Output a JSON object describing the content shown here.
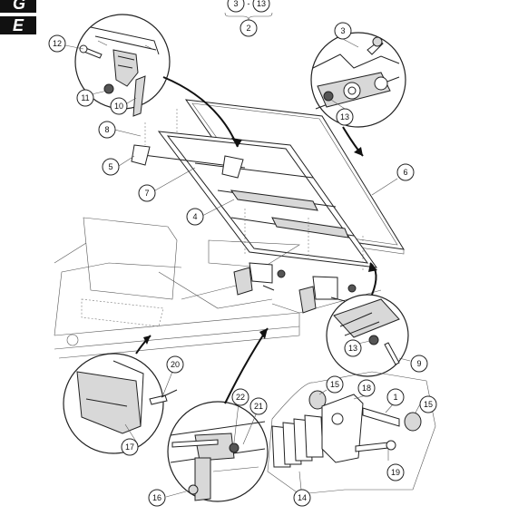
{
  "tabs": [
    "G",
    "E"
  ],
  "header_refs": {
    "left": "3",
    "separator": "-",
    "right": "13",
    "group": "2"
  },
  "callouts": [
    {
      "id": "c1",
      "label": "1"
    },
    {
      "id": "c3",
      "label": "3"
    },
    {
      "id": "c4",
      "label": "4"
    },
    {
      "id": "c5",
      "label": "5"
    },
    {
      "id": "c6",
      "label": "6"
    },
    {
      "id": "c7",
      "label": "7"
    },
    {
      "id": "c8",
      "label": "8"
    },
    {
      "id": "c9",
      "label": "9"
    },
    {
      "id": "c10",
      "label": "10"
    },
    {
      "id": "c11",
      "label": "11"
    },
    {
      "id": "c12",
      "label": "12"
    },
    {
      "id": "c13a",
      "label": "13"
    },
    {
      "id": "c13b",
      "label": "13"
    },
    {
      "id": "c14",
      "label": "14"
    },
    {
      "id": "c15a",
      "label": "15"
    },
    {
      "id": "c15b",
      "label": "15"
    },
    {
      "id": "c16",
      "label": "16"
    },
    {
      "id": "c17",
      "label": "17"
    },
    {
      "id": "c18",
      "label": "18"
    },
    {
      "id": "c19",
      "label": "19"
    },
    {
      "id": "c20",
      "label": "20"
    },
    {
      "id": "c21",
      "label": "21"
    },
    {
      "id": "c22",
      "label": "22"
    }
  ]
}
